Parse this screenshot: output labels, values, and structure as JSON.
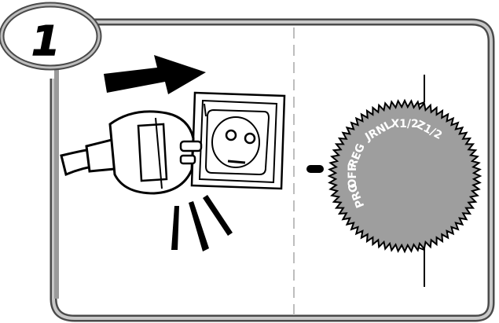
{
  "step_number": "1",
  "dial": {
    "positions": [
      {
        "label": "PRG",
        "angle_deg": 202
      },
      {
        "label": "OFF",
        "angle_deg": 180
      },
      {
        "label": "REG",
        "angle_deg": 157
      },
      {
        "label": "JRNL",
        "angle_deg": 120
      },
      {
        "label": "X1/2",
        "angle_deg": 90
      },
      {
        "label": "Z1/2",
        "angle_deg": 62
      }
    ],
    "selected": "OFF"
  },
  "colors": {
    "frame_outer": "#4a4a4a",
    "frame_inner": "#c8c8c8",
    "dial_face": "#9e9e9e",
    "outline": "#000000",
    "background": "#ffffff"
  },
  "icons": [
    "plug-icon",
    "wall-socket-icon",
    "arrow-right-icon",
    "mode-dial-icon"
  ]
}
